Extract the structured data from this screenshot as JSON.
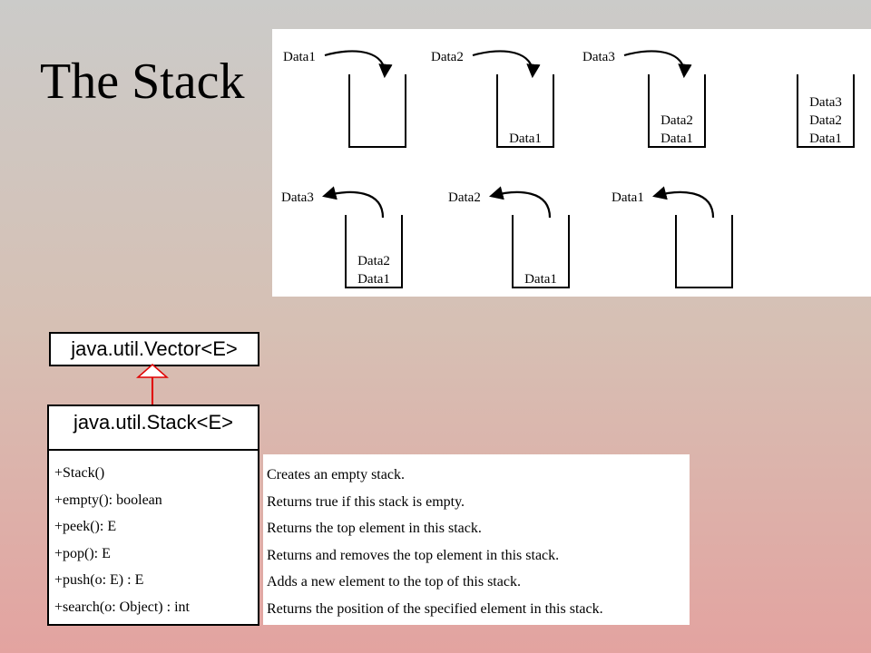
{
  "title": "The Stack",
  "push_sequence": [
    {
      "incoming": "Data1",
      "contents": []
    },
    {
      "incoming": "Data2",
      "contents": [
        "Data1"
      ]
    },
    {
      "incoming": "Data3",
      "contents": [
        "Data2",
        "Data1"
      ]
    },
    {
      "incoming": "",
      "contents": [
        "Data3",
        "Data2",
        "Data1"
      ]
    }
  ],
  "pop_sequence": [
    {
      "outgoing": "Data3",
      "contents": [
        "Data2",
        "Data1"
      ]
    },
    {
      "outgoing": "Data2",
      "contents": [
        "Data1"
      ]
    },
    {
      "outgoing": "Data1",
      "contents": []
    }
  ],
  "uml": {
    "superclass": "java.util.Vector<E>",
    "class": "java.util.Stack<E>",
    "methods": [
      "+Stack()",
      "+empty(): boolean",
      "+peek(): E",
      "+pop(): E",
      "+push(o: E) : E",
      "+search(o: Object) : int"
    ],
    "descriptions": [
      "Creates an empty stack.",
      "Returns true if this stack is empty.",
      "Returns the top element in this stack.",
      "Returns and removes the top element in this stack.",
      "Adds a new element to the top of this stack.",
      "Returns the position of the specified element in this stack."
    ]
  },
  "colors": {
    "inheritance_arrow": "#e00000"
  }
}
